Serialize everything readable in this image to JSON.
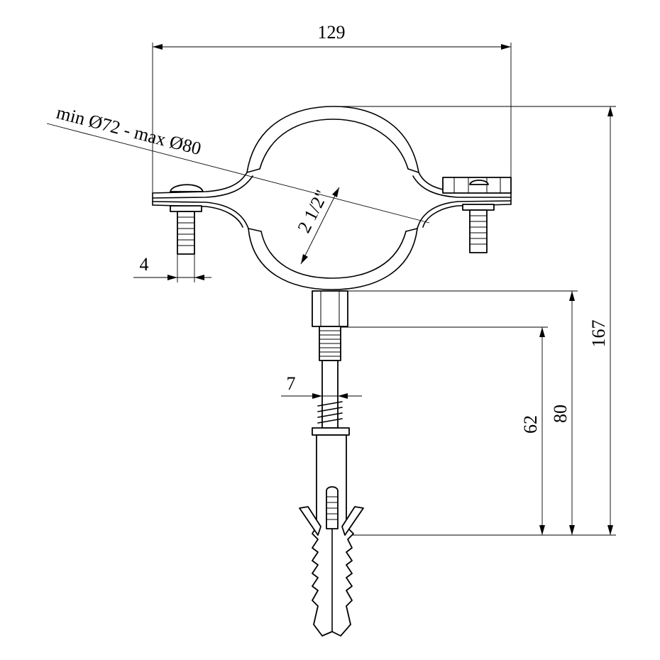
{
  "dimensions": {
    "width_total": "129",
    "height_total": "167",
    "height_80": "80",
    "height_62": "62",
    "bolt_width": "4",
    "rod_width": "7"
  },
  "pipe_range": "min Ø72 - max Ø80",
  "pipe_size": "2 1/2\""
}
